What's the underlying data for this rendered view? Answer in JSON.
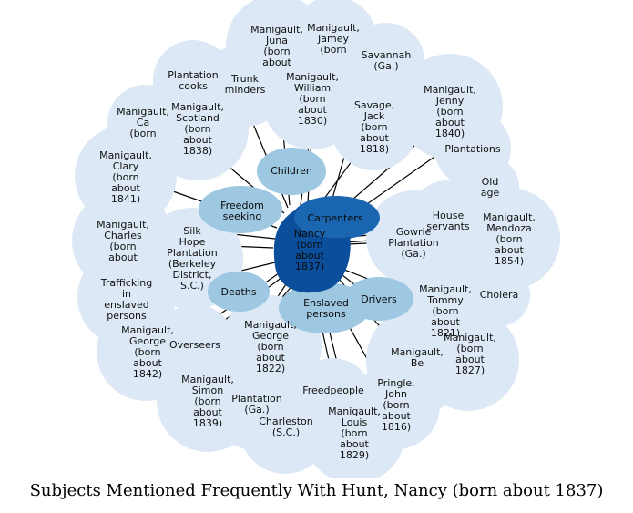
{
  "caption": "Subjects Mentioned Frequently With Hunt, Nancy (born about 1837)",
  "colors": {
    "light": "#dce8f5",
    "medium": "#9ec8e2",
    "dark": "#1b66b0",
    "center": "#0b4f9c"
  },
  "center": {
    "lines": [
      "Nancy",
      "(born",
      "about",
      "1837)"
    ]
  },
  "nodes": [
    {
      "id": "juna",
      "lines": [
        "Manigault,",
        "Juna",
        "(born",
        "about"
      ],
      "shade": "light"
    },
    {
      "id": "jamey",
      "lines": [
        "Manigault,",
        "Jamey",
        "(born"
      ],
      "shade": "light"
    },
    {
      "id": "savannah",
      "lines": [
        "Savannah",
        "(Ga.)"
      ],
      "shade": "light"
    },
    {
      "id": "plantation-cooks",
      "lines": [
        "Plantation",
        "cooks"
      ],
      "shade": "light"
    },
    {
      "id": "trunk-minders",
      "lines": [
        "Trunk",
        "minders"
      ],
      "shade": "light"
    },
    {
      "id": "william",
      "lines": [
        "Manigault,",
        "William",
        "(born",
        "about",
        "1830)"
      ],
      "shade": "light"
    },
    {
      "id": "jenny",
      "lines": [
        "Manigault,",
        "Jenny",
        "(born",
        "about",
        "1840)"
      ],
      "shade": "light"
    },
    {
      "id": "savage-jack",
      "lines": [
        "Savage,",
        "Jack",
        "(born",
        "about",
        "1818)"
      ],
      "shade": "light"
    },
    {
      "id": "manigault-ca",
      "lines": [
        "Manigault,",
        "Ca",
        "(born"
      ],
      "shade": "light"
    },
    {
      "id": "scotland",
      "lines": [
        "Manigault,",
        "Scotland",
        "(born",
        "about",
        "1838)"
      ],
      "shade": "light"
    },
    {
      "id": "plantations",
      "lines": [
        "Plantations"
      ],
      "shade": "light"
    },
    {
      "id": "children",
      "lines": [
        "Children"
      ],
      "shade": "medium"
    },
    {
      "id": "clary",
      "lines": [
        "Manigault,",
        "Clary",
        "(born",
        "about",
        "1841)"
      ],
      "shade": "light"
    },
    {
      "id": "old-age",
      "lines": [
        "Old",
        "age"
      ],
      "shade": "light"
    },
    {
      "id": "freedom-seeking",
      "lines": [
        "Freedom",
        "seeking"
      ],
      "shade": "medium"
    },
    {
      "id": "carpenters",
      "lines": [
        "Carpenters"
      ],
      "shade": "dark"
    },
    {
      "id": "house-servants",
      "lines": [
        "House",
        "servants"
      ],
      "shade": "light"
    },
    {
      "id": "charles",
      "lines": [
        "Manigault,",
        "Charles",
        "(born",
        "about"
      ],
      "shade": "light"
    },
    {
      "id": "silk-hope",
      "lines": [
        "Silk",
        "Hope",
        "Plantation",
        "(Berkeley",
        "District,",
        "S.C.)"
      ],
      "shade": "light"
    },
    {
      "id": "gowrie",
      "lines": [
        "Gowrie",
        "Plantation",
        "(Ga.)"
      ],
      "shade": "light"
    },
    {
      "id": "mendoza",
      "lines": [
        "Manigault,",
        "Mendoza",
        "(born",
        "about",
        "1854)"
      ],
      "shade": "light"
    },
    {
      "id": "trafficking",
      "lines": [
        "Trafficking",
        "in",
        "enslaved",
        "persons"
      ],
      "shade": "light"
    },
    {
      "id": "deaths",
      "lines": [
        "Deaths"
      ],
      "shade": "medium"
    },
    {
      "id": "drivers",
      "lines": [
        "Drivers"
      ],
      "shade": "medium"
    },
    {
      "id": "cholera",
      "lines": [
        "Cholera"
      ],
      "shade": "light"
    },
    {
      "id": "enslaved-persons",
      "lines": [
        "Enslaved",
        "persons"
      ],
      "shade": "medium"
    },
    {
      "id": "tommy",
      "lines": [
        "Manigault,",
        "Tommy",
        "(born",
        "about",
        "1821)"
      ],
      "shade": "light"
    },
    {
      "id": "george-1842",
      "lines": [
        "Manigault,",
        "George",
        "(born",
        "about",
        "1842)"
      ],
      "shade": "light"
    },
    {
      "id": "overseers",
      "lines": [
        "Overseers"
      ],
      "shade": "light"
    },
    {
      "id": "george-1822",
      "lines": [
        "Manigault,",
        "George",
        "(born",
        "about",
        "1822)"
      ],
      "shade": "light"
    },
    {
      "id": "manigault-be",
      "lines": [
        "Manigault,",
        "Be"
      ],
      "shade": "light"
    },
    {
      "id": "manigault-1827",
      "lines": [
        "Manigault,",
        "(born",
        "about",
        "1827)"
      ],
      "shade": "light"
    },
    {
      "id": "freedpeople",
      "lines": [
        "Freedpeople"
      ],
      "shade": "light"
    },
    {
      "id": "pringle-john",
      "lines": [
        "Pringle,",
        "John",
        "(born",
        "about",
        "1816)"
      ],
      "shade": "light"
    },
    {
      "id": "simon",
      "lines": [
        "Manigault,",
        "Simon",
        "(born",
        "about",
        "1839)"
      ],
      "shade": "light"
    },
    {
      "id": "plantation-ga",
      "lines": [
        "Plantation",
        "(Ga.)"
      ],
      "shade": "light"
    },
    {
      "id": "charleston",
      "lines": [
        "Charleston",
        "(S.C.)"
      ],
      "shade": "light"
    },
    {
      "id": "louis",
      "lines": [
        "Manigault,",
        "Louis",
        "(born",
        "about",
        "1829)"
      ],
      "shade": "light"
    }
  ]
}
